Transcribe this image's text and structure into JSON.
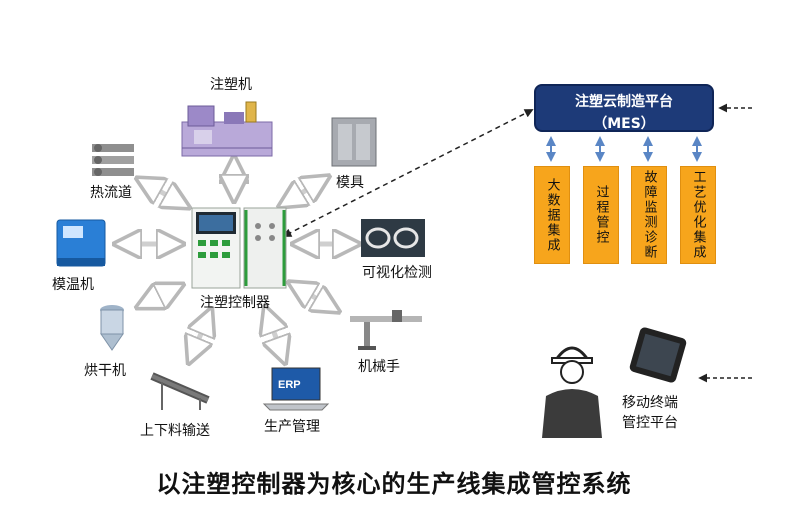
{
  "center": {
    "label": "注塑控制器"
  },
  "peripherals": {
    "injection_machine": "注塑机",
    "hot_runner": "热流道",
    "mold": "模具",
    "mold_temp": "模温机",
    "visual_inspection": "可视化检测",
    "dryer": "烘干机",
    "robot_arm": "机械手",
    "loading": "上下料输送",
    "production_mgmt": "生产管理"
  },
  "erp_screen_text": "ERP",
  "mes": {
    "line1": "注塑云制造平台",
    "line2": "（MES）"
  },
  "modules": [
    "大数据集成",
    "过程管控",
    "故障监测诊断",
    "工艺优化集成"
  ],
  "mobile": {
    "line1": "移动终端",
    "line2": "管控平台"
  },
  "footer_title": "以注塑控制器为核心的生产线集成管控系统"
}
